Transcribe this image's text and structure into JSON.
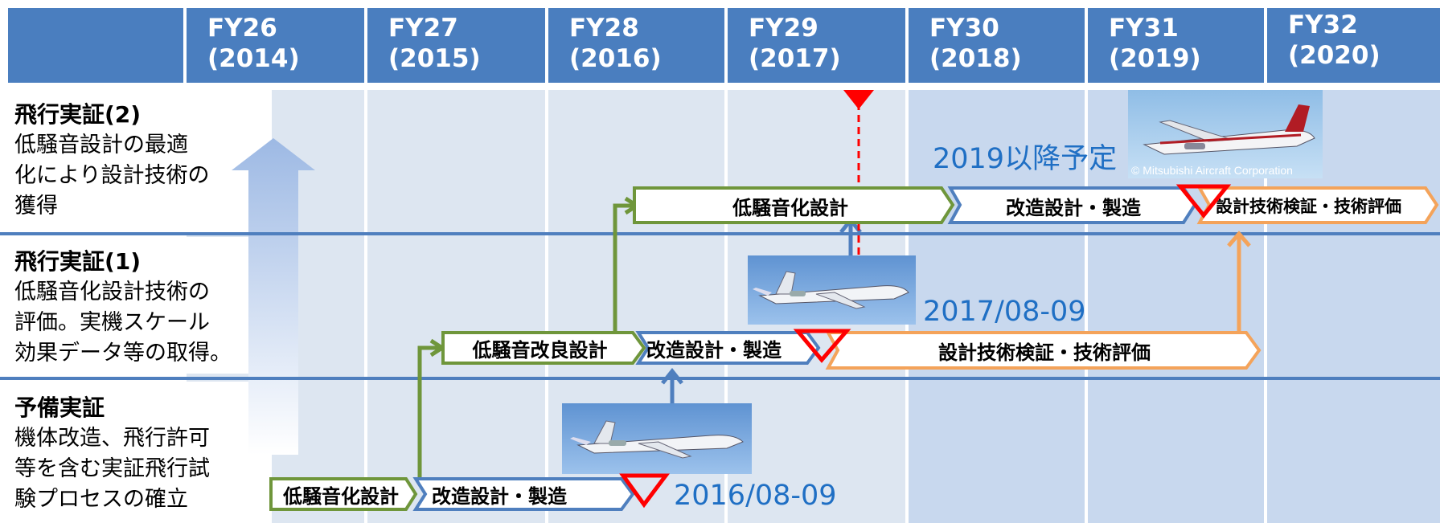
{
  "header": {
    "years": [
      {
        "fy": "FY26",
        "year": "(2014)"
      },
      {
        "fy": "FY27",
        "year": "(2015)"
      },
      {
        "fy": "FY28",
        "year": "(2016)"
      },
      {
        "fy": "FY29",
        "year": "(2017)"
      },
      {
        "fy": "FY30",
        "year": "(2018)"
      },
      {
        "fy": "FY31",
        "year": "(2019)"
      },
      {
        "fy": "FY32",
        "year": "(2020)"
      }
    ]
  },
  "rows": {
    "flight2": {
      "title": "飛行実証(2)",
      "desc": "低騒音設計の最適\n化により設計技術の\n獲得"
    },
    "flight1": {
      "title": "飛行実証(1)",
      "desc": "低騒音化設計技術の\n評価。実機スケール\n効果データ等の取得。"
    },
    "prelim": {
      "title": "予備実証",
      "desc": "機体改造、飛行許可\n等を含む実証飛行試\n験プロセスの確立"
    }
  },
  "bars": {
    "prelim_design": "低騒音化設計",
    "prelim_mod": "改造設計・製造",
    "f1_design": "低騒音改良設計",
    "f1_mod": "改造設計・製造",
    "f1_verify": "設計技術検証・技術評価",
    "f2_design": "低騒音化設計",
    "f2_mod": "改造設計・製造",
    "f2_verify": "設計技術検証・技術評価"
  },
  "dates": {
    "prelim_flight": "2016/08-09",
    "flight1": "2017/08-09",
    "flight2_note": "2019以降予定"
  },
  "photo_credit": "© Mitsubishi Aircraft Corporation",
  "colors": {
    "header": "#4a7ebf",
    "col_light": "#dde6f1",
    "col_dark": "#c8d8ee",
    "green": "#6f963b",
    "blue": "#4f7fbe",
    "orange": "#f4a35a",
    "red": "#ff0000",
    "date_text": "#1f6fc4"
  }
}
